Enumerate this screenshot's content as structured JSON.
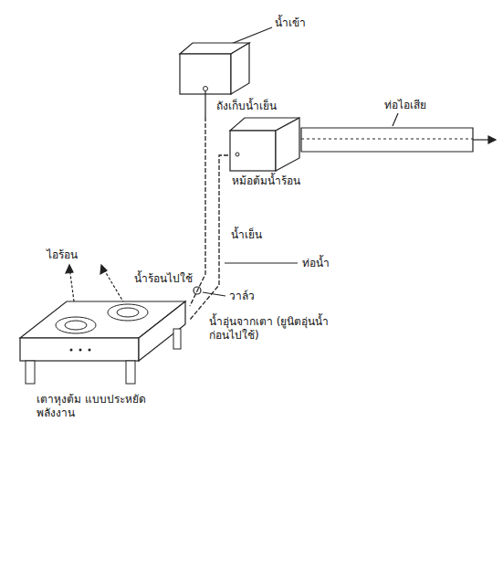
{
  "diagram": {
    "nodes": [
      {
        "text": [
          "ถังเก็บน้ำเย็น"
        ]
      },
      {
        "text": [
          "หม้อต้มน้ำร้อน"
        ]
      },
      {
        "text": [
          "เตาหุงต้ม แบบประหยัดพลังงาน"
        ]
      }
    ],
    "edges": [
      {
        "from": 0,
        "to": 2,
        "arrow": "none"
      },
      {
        "from": 1,
        "to": 2,
        "arrow": "none"
      }
    ],
    "labels": [
      "น้ำเข้า",
      "ท่อไอเสีย",
      "น้ำเย็น",
      "ท่อน้ำ",
      "น้ำร้อนไปใช้",
      "วาล์ว",
      "น้ำอุ่นจากเตา (ยูนิตอุ่นน้ำก่อนไปใช้)",
      "ไอร้อน"
    ]
  }
}
